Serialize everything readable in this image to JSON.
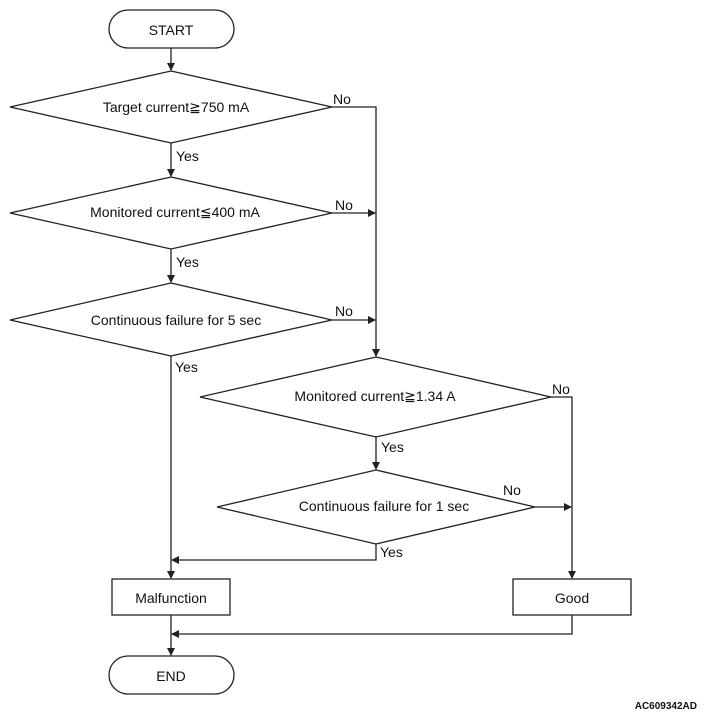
{
  "flowchart": {
    "start": "START",
    "end": "END",
    "decisions": [
      "Target current≧750 mA",
      "Monitored current≦400 mA",
      "Continuous failure for 5 sec",
      "Monitored current≧1.34 A",
      "Continuous failure for 1 sec"
    ],
    "outcomes": {
      "malfunction": "Malfunction",
      "good": "Good"
    },
    "branch_labels": {
      "yes": "Yes",
      "no": "No"
    },
    "figure_code": "AC609342AD"
  },
  "colors": {
    "line": "#222222",
    "background": "#ffffff"
  }
}
